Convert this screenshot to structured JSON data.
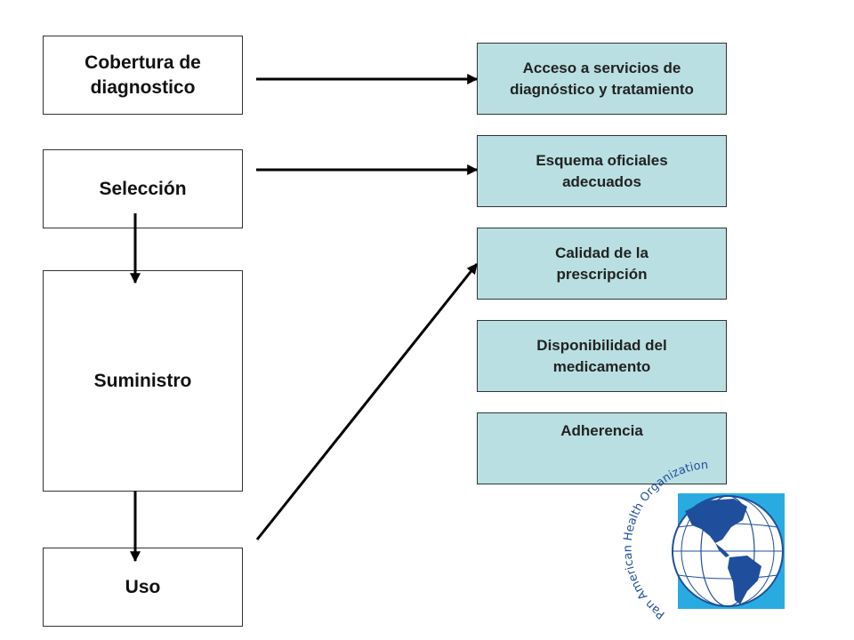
{
  "left_boxes": {
    "cobertura": "Cobertura de\ndiagnostico",
    "seleccion": "Selección",
    "suministro": "Suministro",
    "uso": "Uso"
  },
  "right_boxes": {
    "acceso": "Acceso a servicios de diagnóstico y tratamiento",
    "esquema": "Esquema oficiales adecuados",
    "calidad": "Calidad de la prescripción",
    "disponibilidad": "Disponibilidad del medicamento",
    "adherencia": "Adherencia"
  },
  "logo": {
    "text": "Pan American Health Organization",
    "icon": "paho-globe-icon",
    "colors": {
      "globe": "#1f4f9c",
      "frame": "#29abe2",
      "ocean": "#ffffff"
    }
  },
  "colors": {
    "right_fill": "#b9dfe2",
    "arrow": "#000000"
  }
}
